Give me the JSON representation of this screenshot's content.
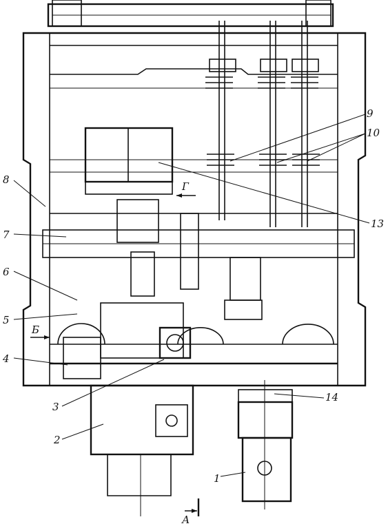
{
  "callouts": [
    "1",
    "2",
    "3",
    "4",
    "5",
    "6",
    "7",
    "8",
    "9",
    "10",
    "13",
    "14"
  ],
  "view_marks": {
    "g": "Г",
    "b": "Б",
    "a": "А"
  },
  "colors": {
    "ink": "#111111",
    "paper": "#ffffff"
  }
}
